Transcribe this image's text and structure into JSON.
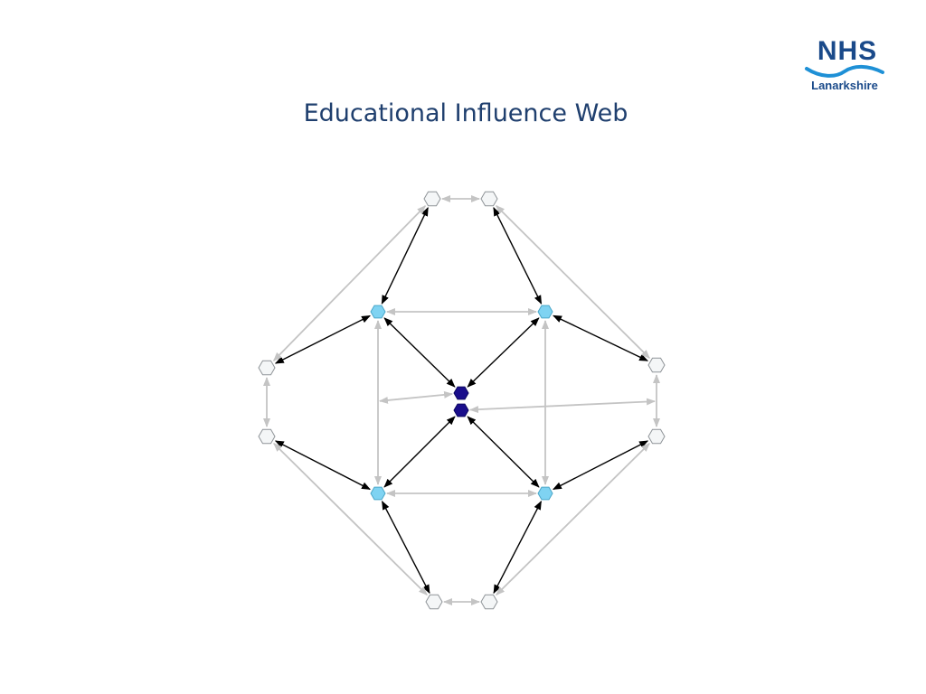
{
  "slide": {
    "title": "Educational Influence Web"
  },
  "logo": {
    "word": "NHS",
    "subtitle": "Lanarkshire",
    "color": "#1a4a8a",
    "wave_color": "#1e90d6"
  },
  "diagram": {
    "node_colors": {
      "outer": "#f4f6f7",
      "middle": "#7fd3f2",
      "center": "#1a0e8c"
    },
    "edge_colors": {
      "strong": "#000000",
      "weak": "#c4c4c4"
    },
    "nodes": [
      {
        "id": "c1",
        "kind": "center"
      },
      {
        "id": "c2",
        "kind": "center"
      },
      {
        "id": "m_tl",
        "kind": "middle"
      },
      {
        "id": "m_tr",
        "kind": "middle"
      },
      {
        "id": "m_bl",
        "kind": "middle"
      },
      {
        "id": "m_br",
        "kind": "middle"
      },
      {
        "id": "o_top_l",
        "kind": "outer"
      },
      {
        "id": "o_top_r",
        "kind": "outer"
      },
      {
        "id": "o_left_t",
        "kind": "outer"
      },
      {
        "id": "o_left_b",
        "kind": "outer"
      },
      {
        "id": "o_right_t",
        "kind": "outer"
      },
      {
        "id": "o_right_b",
        "kind": "outer"
      },
      {
        "id": "o_bot_l",
        "kind": "outer"
      },
      {
        "id": "o_bot_r",
        "kind": "outer"
      }
    ],
    "edges": [
      {
        "from": "m_tl",
        "to": "c1",
        "style": "strong"
      },
      {
        "from": "m_tr",
        "to": "c1",
        "style": "strong"
      },
      {
        "from": "m_bl",
        "to": "c2",
        "style": "strong"
      },
      {
        "from": "m_br",
        "to": "c2",
        "style": "strong"
      },
      {
        "from": "m_tl",
        "to": "o_top_l",
        "style": "strong"
      },
      {
        "from": "m_tl",
        "to": "o_left_t",
        "style": "strong"
      },
      {
        "from": "m_tr",
        "to": "o_top_r",
        "style": "strong"
      },
      {
        "from": "m_tr",
        "to": "o_right_t",
        "style": "strong"
      },
      {
        "from": "m_bl",
        "to": "o_left_b",
        "style": "strong"
      },
      {
        "from": "m_bl",
        "to": "o_bot_l",
        "style": "strong"
      },
      {
        "from": "m_br",
        "to": "o_right_b",
        "style": "strong"
      },
      {
        "from": "m_br",
        "to": "o_bot_r",
        "style": "strong"
      },
      {
        "from": "o_top_l",
        "to": "o_top_r",
        "style": "weak"
      },
      {
        "from": "o_bot_l",
        "to": "o_bot_r",
        "style": "weak"
      },
      {
        "from": "o_left_t",
        "to": "o_left_b",
        "style": "weak"
      },
      {
        "from": "o_right_t",
        "to": "o_right_b",
        "style": "weak"
      },
      {
        "from": "o_top_l",
        "to": "o_left_t",
        "style": "weak"
      },
      {
        "from": "o_top_r",
        "to": "o_right_t",
        "style": "weak"
      },
      {
        "from": "o_bot_l",
        "to": "o_left_b",
        "style": "weak"
      },
      {
        "from": "o_bot_r",
        "to": "o_right_b",
        "style": "weak"
      },
      {
        "from": "m_tl",
        "to": "m_tr",
        "style": "weak"
      },
      {
        "from": "m_bl",
        "to": "m_br",
        "style": "weak"
      },
      {
        "from": "m_tl",
        "to": "m_bl",
        "style": "weak"
      },
      {
        "from": "m_tr",
        "to": "m_br",
        "style": "weak"
      },
      {
        "from": "c1",
        "to": "center_left_stub",
        "style": "weak"
      },
      {
        "from": "c2",
        "to": "o_right_b_level",
        "style": "weak"
      }
    ]
  }
}
